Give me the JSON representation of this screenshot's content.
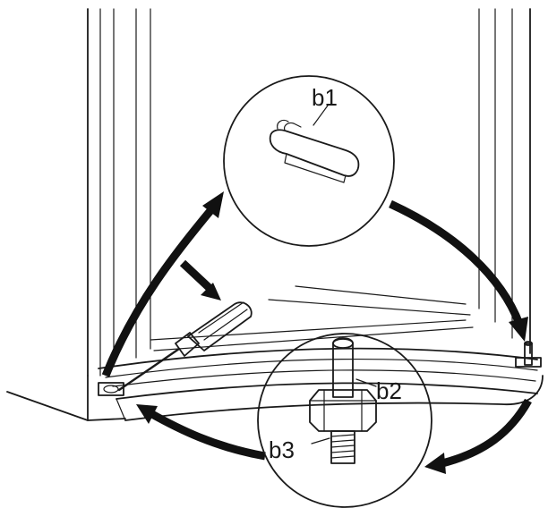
{
  "labels": {
    "b1": "b1",
    "b2": "b2",
    "b3": "b3"
  },
  "colors": {
    "line": "#1a1a1a",
    "arrow": "#111111",
    "background": "#ffffff",
    "part_fill": "#f2f2f2",
    "nut_fill": "#e6e6e6"
  },
  "icons": [
    "screwdriver-icon",
    "door-pin-icon",
    "adjustable-foot-icon",
    "hex-nut-icon"
  ]
}
